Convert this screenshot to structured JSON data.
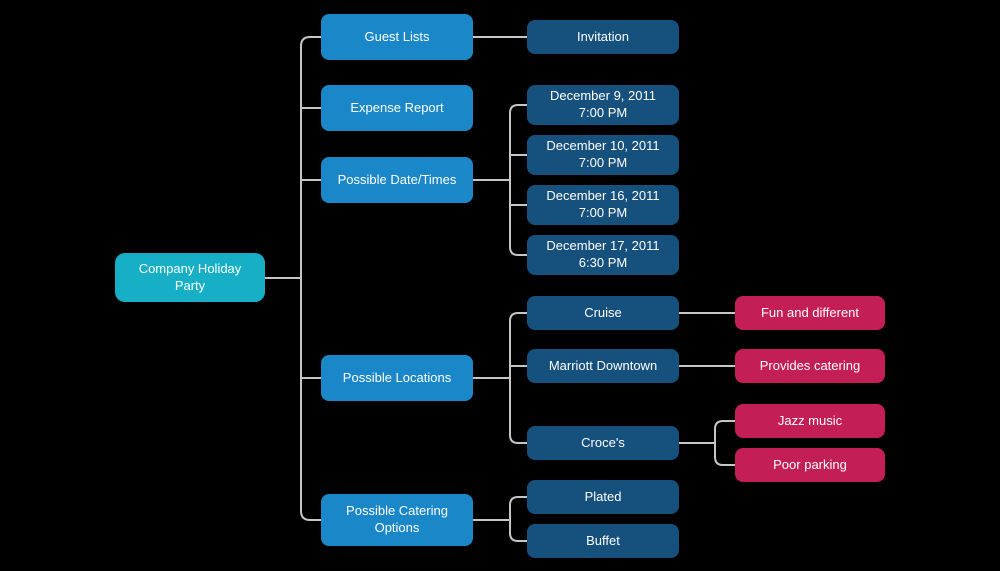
{
  "palette": {
    "background": "#000000",
    "root_node": "#17AFC6",
    "branch_node": "#1A87C8",
    "sub_node": "#16507C",
    "leaf_node": "#C41E56",
    "connector_line": "#C6C6C6",
    "node_text": "#FFFFFF"
  },
  "diagram": {
    "root": {
      "label": "Company Holiday\nParty"
    },
    "branches": [
      {
        "label": "Guest Lists",
        "children": [
          {
            "label": "Invitation",
            "children": []
          }
        ]
      },
      {
        "label": "Expense Report",
        "children": []
      },
      {
        "label": "Possible Date/Times",
        "children": [
          {
            "label": "December 9, 2011\n7:00 PM",
            "children": []
          },
          {
            "label": "December 10, 2011\n7:00 PM",
            "children": []
          },
          {
            "label": "December 16, 2011\n7:00 PM",
            "children": []
          },
          {
            "label": "December 17, 2011\n6:30 PM",
            "children": []
          }
        ]
      },
      {
        "label": "Possible Locations",
        "children": [
          {
            "label": "Cruise",
            "children": [
              {
                "label": "Fun and different",
                "children": []
              }
            ]
          },
          {
            "label": "Marriott Downtown",
            "children": [
              {
                "label": "Provides catering",
                "children": []
              }
            ]
          },
          {
            "label": "Croce's",
            "children": [
              {
                "label": "Jazz music",
                "children": []
              },
              {
                "label": "Poor parking",
                "children": []
              }
            ]
          }
        ]
      },
      {
        "label": "Possible Catering\nOptions",
        "children": [
          {
            "label": "Plated",
            "children": []
          },
          {
            "label": "Buffet",
            "children": []
          }
        ]
      }
    ]
  }
}
